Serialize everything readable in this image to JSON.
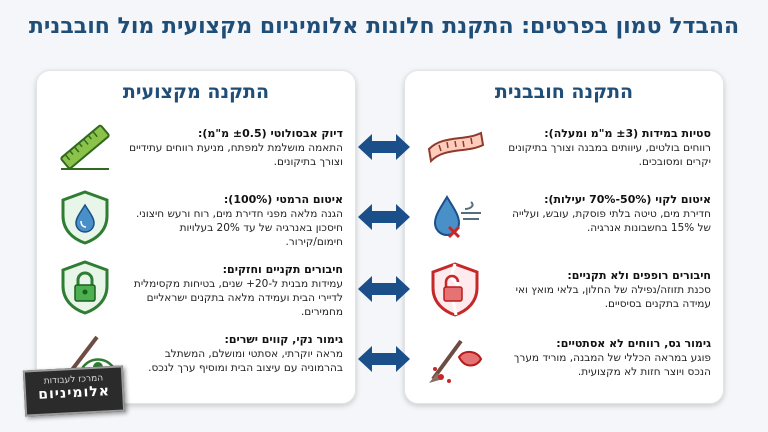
{
  "title": "ההבדל טמון בפרטים: התקנת חלונות אלומיניום מקצועית מול חובבנית",
  "professional": {
    "heading": "התקנה מקצועית",
    "items": [
      {
        "title": "דיוק אבסולוטי (±0.5 מ\"מ):",
        "text": "התאמה מושלמת למפתח, מניעת רווחים עתידיים וצורך בתיקונים.",
        "icon": "ruler-icon"
      },
      {
        "title": "איטום הרמטי (100%):",
        "text": "הגנה מלאה מפני חדירת מים, רוח ורעש חיצוני. חיסכון באנרגיה של עד 20% בעלויות חימום/קירור.",
        "icon": "shield-water-icon"
      },
      {
        "title": "חיבורים תקניים וחזקים:",
        "text": "עמידות מבנית ל-20+ שנים, בטיחות מקסימלית לדיירי הבית ועמידה מלאה בתקנים ישראליים מחמירים.",
        "icon": "shield-lock-icon"
      },
      {
        "title": "גימור נקי, קווים ישרים:",
        "text": "מראה יוקרתי, אסתטי ומושלם, המשתלב בהרמוניה עם עיצוב הבית ומוסיף ערך לנכס.",
        "icon": "brush-eye-icon"
      }
    ]
  },
  "amateur": {
    "heading": "התקנה חובבנית",
    "items": [
      {
        "title": "סטיות במידות (±3 מ\"מ ומעלה):",
        "text": "רווחים בולטים, עיוותים במבנה וצורך בתיקונים יקרים ומסובכים.",
        "icon": "bent-ruler-icon"
      },
      {
        "title": "איטום לקוי (50%-70% יעילות):",
        "text": "חדירת מים, טיטה בלתי פוסקת, עובש, ועלייה של 15% בחשבונות אנרגיה.",
        "icon": "leaking-drop-icon"
      },
      {
        "title": "חיבורים רופפים ולא תקניים:",
        "text": "סכנת תזוזה/נפילה של החלון, בלאי מואץ ואי עמידה בתקנים בסיסיים.",
        "icon": "broken-shield-icon"
      },
      {
        "title": "גימור גס, רווחים לא אסתטיים:",
        "text": "פוגע במראה הכללי של המבנה, מוריד מערך הנכס ויוצר חזות לא מקצועית.",
        "icon": "messy-brush-icon"
      }
    ]
  },
  "logo": {
    "line1": "המרכז לעבודות",
    "line2": "אלומיניום"
  },
  "colors": {
    "navy": "#1f4e79",
    "green": "#2e7d32",
    "red": "#c62828",
    "arrow": "#1a4f8a"
  }
}
